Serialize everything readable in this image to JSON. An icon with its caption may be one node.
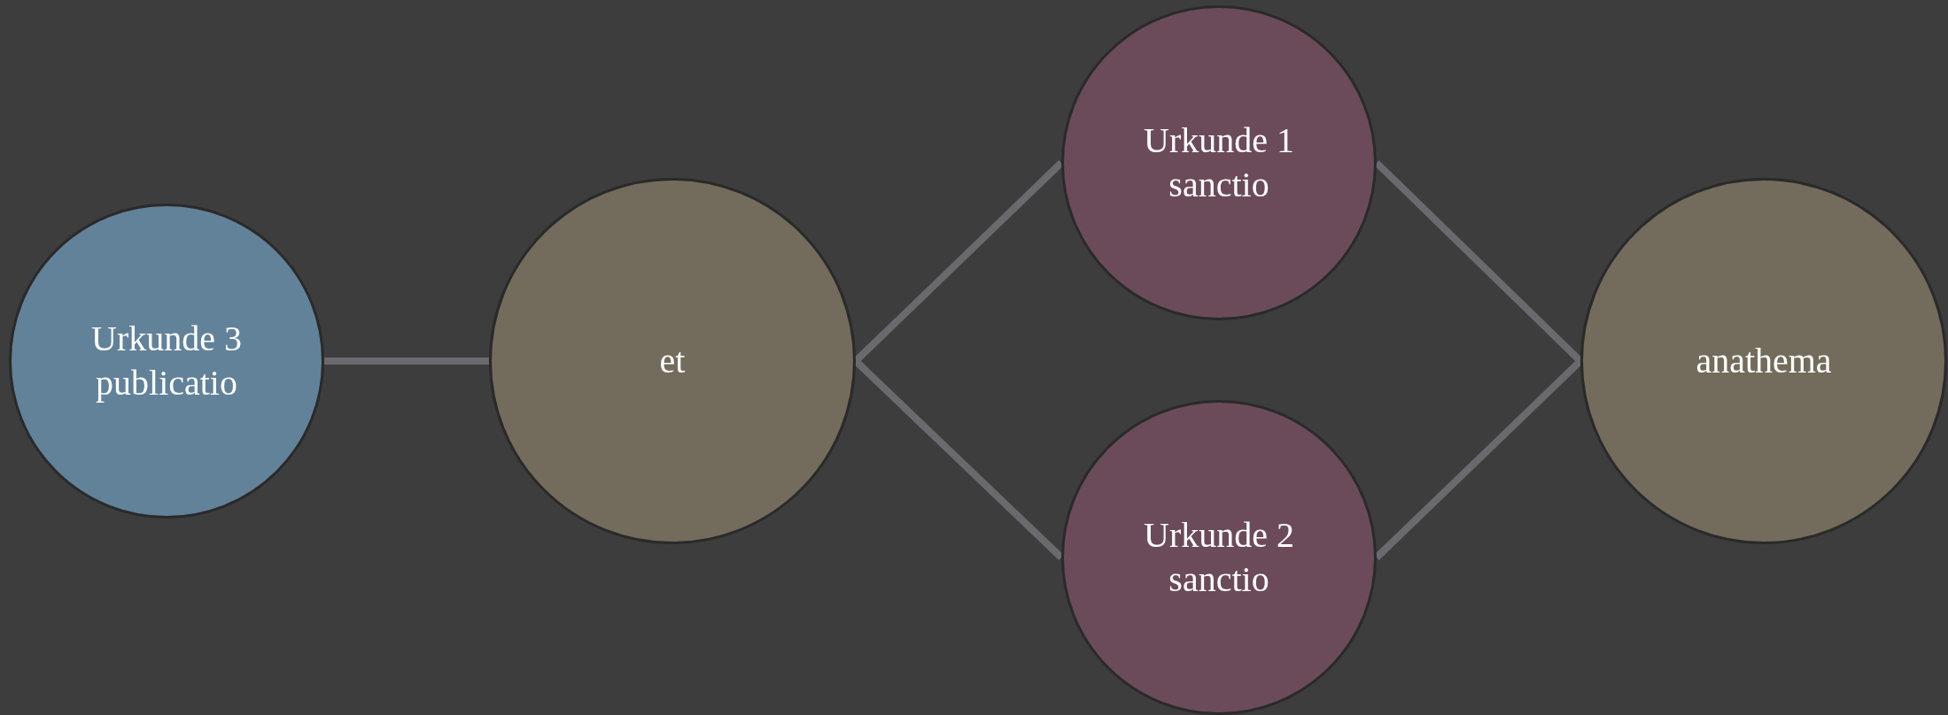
{
  "diagram": {
    "nodes": [
      {
        "text": [
          "Urkunde 3 publicatio"
        ]
      },
      {
        "text": [
          "et"
        ]
      },
      {
        "text": [
          "Urkunde 1 sanctio"
        ]
      },
      {
        "text": [
          "Urkunde 2 sanctio"
        ]
      },
      {
        "text": [
          "anathema"
        ]
      }
    ],
    "edges": [
      {
        "from": 0,
        "to": 1,
        "arrow": "none"
      },
      {
        "from": 1,
        "to": 2,
        "arrow": "none"
      },
      {
        "from": 1,
        "to": 3,
        "arrow": "none"
      },
      {
        "from": 2,
        "to": 4,
        "arrow": "none"
      },
      {
        "from": 3,
        "to": 4,
        "arrow": "none"
      }
    ]
  }
}
